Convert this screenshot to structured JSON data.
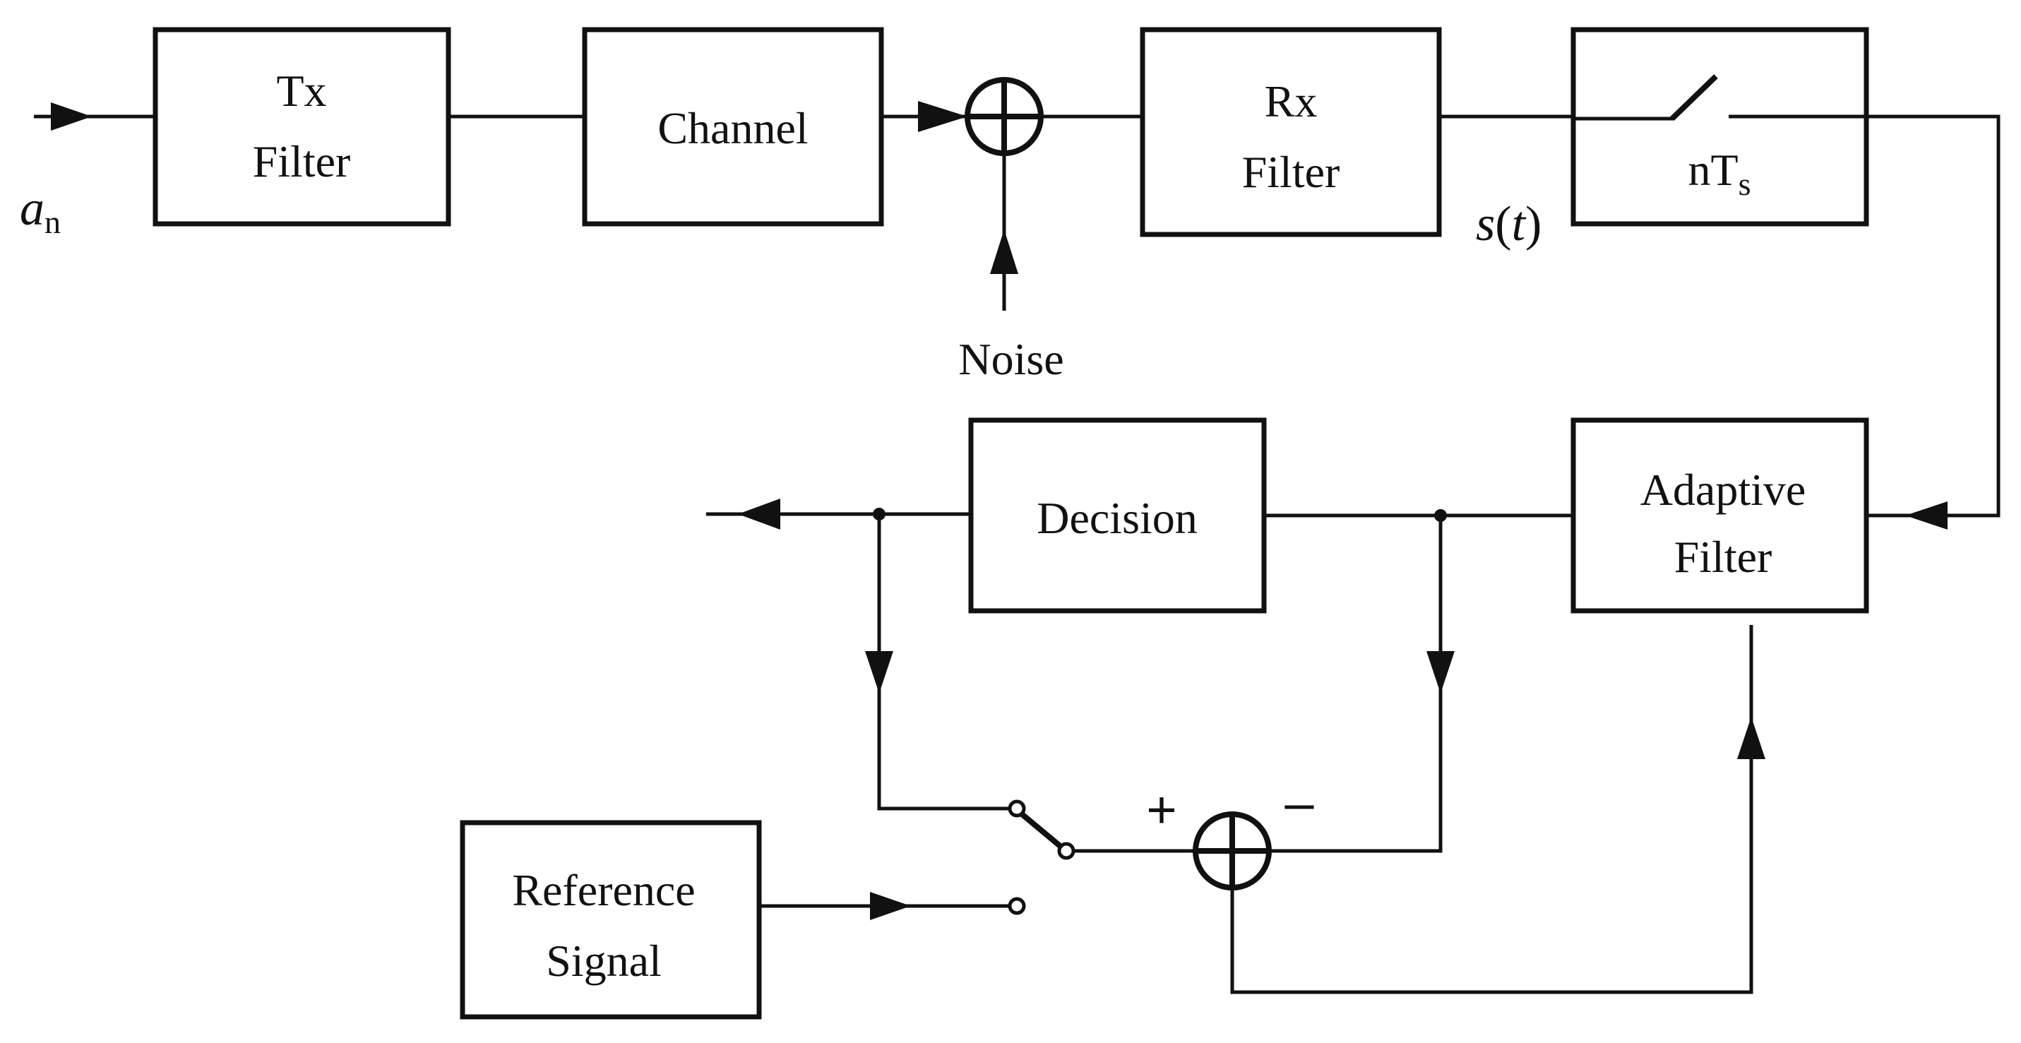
{
  "blocks": {
    "tx_filter": [
      "Tx",
      "Filter"
    ],
    "channel": "Channel",
    "rx_filter": [
      "Rx",
      "Filter"
    ],
    "sampler": {
      "base": "nT",
      "sub": "s"
    },
    "decision": "Decision",
    "adaptive_filter": [
      "Adaptive",
      "Filter"
    ],
    "reference_signal": [
      "Reference",
      "Signal"
    ]
  },
  "signals": {
    "input": {
      "base": "a",
      "sub": "n"
    },
    "rx_output": {
      "fn": "s",
      "arg": "t"
    },
    "noise": "Noise"
  },
  "error_summer": {
    "plus": "+",
    "minus": "–"
  }
}
